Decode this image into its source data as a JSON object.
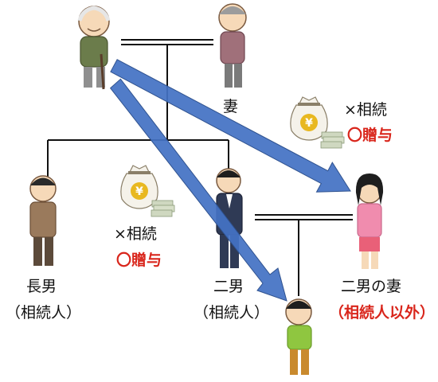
{
  "people": {
    "grandfather": {
      "name": ""
    },
    "grandmother": {
      "name": "妻"
    },
    "son1": {
      "name": "長男",
      "role": "（相続人）"
    },
    "son2": {
      "name": "二男",
      "role": "（相続人）"
    },
    "son2_wife": {
      "name": "二男の妻",
      "role": "（相続人以外）"
    },
    "grandchild": {
      "name": ""
    }
  },
  "gifts": {
    "to_son2_wife": {
      "inherit": "×相続",
      "gift": "〇贈与"
    },
    "to_grandchild": {
      "inherit": "×相続",
      "gift": "〇贈与"
    }
  },
  "colors": {
    "arrow": "#4472c4",
    "highlight": "#d9261c",
    "line": "#111111"
  }
}
